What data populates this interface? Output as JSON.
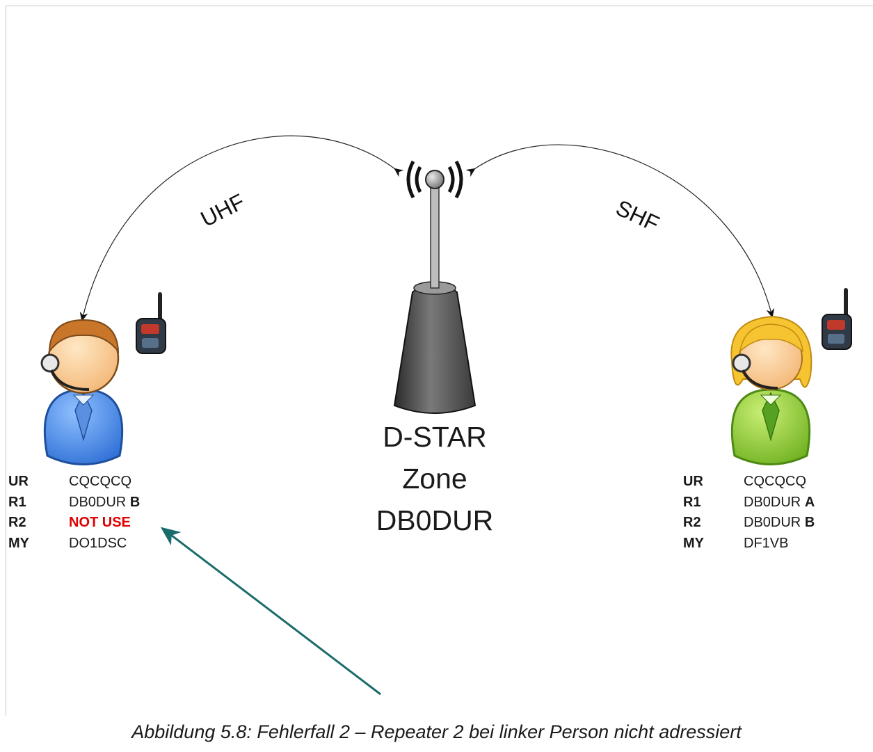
{
  "links": {
    "left": "UHF",
    "right": "SHF"
  },
  "zone": {
    "line1": "D-STAR",
    "line2": "Zone",
    "line3": "DB0DUR"
  },
  "left_station": {
    "rows": [
      {
        "key": "UR",
        "value": "CQCQCQ",
        "suffix": ""
      },
      {
        "key": "R1",
        "value": "DB0DUR",
        "suffix": "B"
      },
      {
        "key": "R2",
        "value": "NOT USE",
        "suffix": ""
      },
      {
        "key": "MY",
        "value": "DO1DSC",
        "suffix": ""
      }
    ],
    "shirt_color": "#3f86e6"
  },
  "right_station": {
    "rows": [
      {
        "key": "UR",
        "value": "CQCQCQ",
        "suffix": ""
      },
      {
        "key": "R1",
        "value": "DB0DUR",
        "suffix": "A"
      },
      {
        "key": "R2",
        "value": "DB0DUR",
        "suffix": "B"
      },
      {
        "key": "MY",
        "value": "DF1VB",
        "suffix": ""
      }
    ],
    "shirt_color": "#8cc63f"
  },
  "colors": {
    "warning": "#e00000",
    "pointer_arrow": "#1a6b6b"
  },
  "caption": "Abbildung 5.8: Fehlerfall 2 – Repeater 2 bei linker Person nicht adressiert"
}
